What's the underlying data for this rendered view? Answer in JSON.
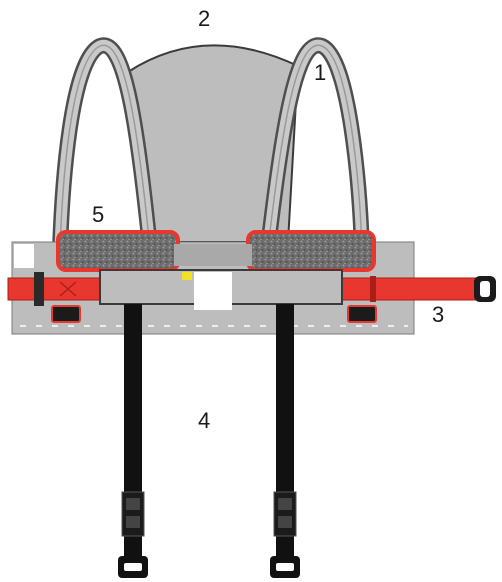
{
  "callouts": {
    "c1": "1",
    "c2": "2",
    "c3": "3",
    "c4": "4",
    "c5": "5"
  },
  "colors": {
    "body_panel": "#bdbdbd",
    "dark_panel": "#a9a9a9",
    "strap_red": "#e8372e",
    "loop_outline": "#5a5a5a",
    "pad_gray": "#7a7a7a",
    "leg_strap": "#111111",
    "highlight_yellow": "#f2e227"
  },
  "icons": {
    "buckle": "buckle-icon",
    "end_clip": "clip-icon"
  }
}
